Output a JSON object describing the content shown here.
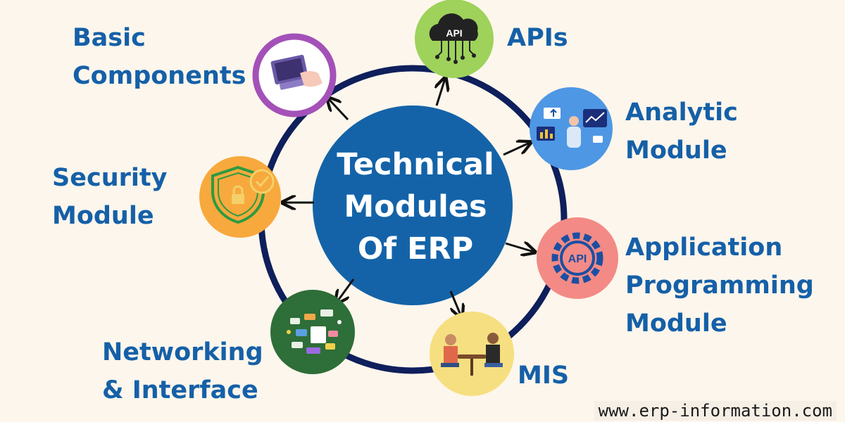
{
  "colors": {
    "background": "#fdf6ec",
    "ring": "#0f1f5c",
    "center": "#1463a8",
    "label": "#1560a8",
    "node_basic": "#a351b8",
    "node_apis": "#9ed25b",
    "node_analytic": "#4e97e4",
    "node_application": "#f38a86",
    "node_mis": "#f6df80",
    "node_networking": "#2e6e38",
    "node_security": "#f7a93d"
  },
  "center": {
    "title": "Technical\nModules\nOf ERP"
  },
  "modules": {
    "basic": {
      "label": "Basic\nComponents",
      "icon": "laptop-icon"
    },
    "apis": {
      "label": "APIs",
      "icon": "cloud-api-icon",
      "badge": "API"
    },
    "analytic": {
      "label": "Analytic\nModule",
      "icon": "analytics-dashboard-icon"
    },
    "application": {
      "label": "Application\nProgramming\nModule",
      "icon": "api-gear-icon",
      "badge": "API"
    },
    "mis": {
      "label": "MIS",
      "icon": "meeting-icon"
    },
    "networking": {
      "label": "Networking\n& Interface",
      "icon": "network-interface-icon"
    },
    "security": {
      "label": "Security\nModule",
      "icon": "shield-lock-icon"
    }
  },
  "watermark": "www.erp-information.com"
}
